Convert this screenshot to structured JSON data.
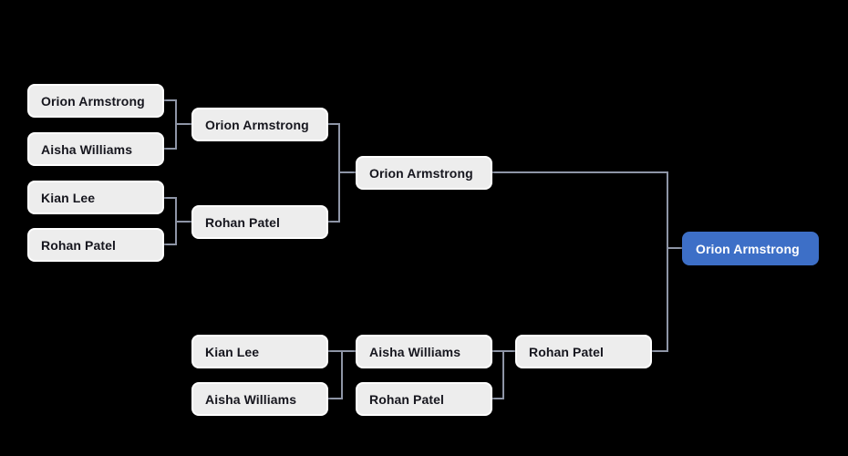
{
  "colors": {
    "background": "#000000",
    "node_fill": "#ededed",
    "node_border": "#ffffff",
    "node_text": "#16161e",
    "champion_fill": "#3d6fc7",
    "champion_text": "#ffffff",
    "connector": "#8e95a6"
  },
  "bracket": {
    "top_half": {
      "round1": [
        {
          "label": "Orion Armstrong"
        },
        {
          "label": "Aisha Williams"
        },
        {
          "label": "Kian Lee"
        },
        {
          "label": "Rohan Patel"
        }
      ],
      "round2": [
        {
          "label": "Orion Armstrong"
        },
        {
          "label": "Rohan Patel"
        }
      ],
      "round3": [
        {
          "label": "Orion Armstrong"
        }
      ]
    },
    "bottom_half": {
      "round1": [
        {
          "label": "Kian Lee"
        },
        {
          "label": "Aisha Williams"
        }
      ],
      "round2": [
        {
          "label": "Aisha Williams"
        },
        {
          "label": "Rohan Patel"
        }
      ],
      "round3": [
        {
          "label": "Rohan Patel"
        }
      ]
    },
    "champion": {
      "label": "Orion Armstrong"
    }
  }
}
